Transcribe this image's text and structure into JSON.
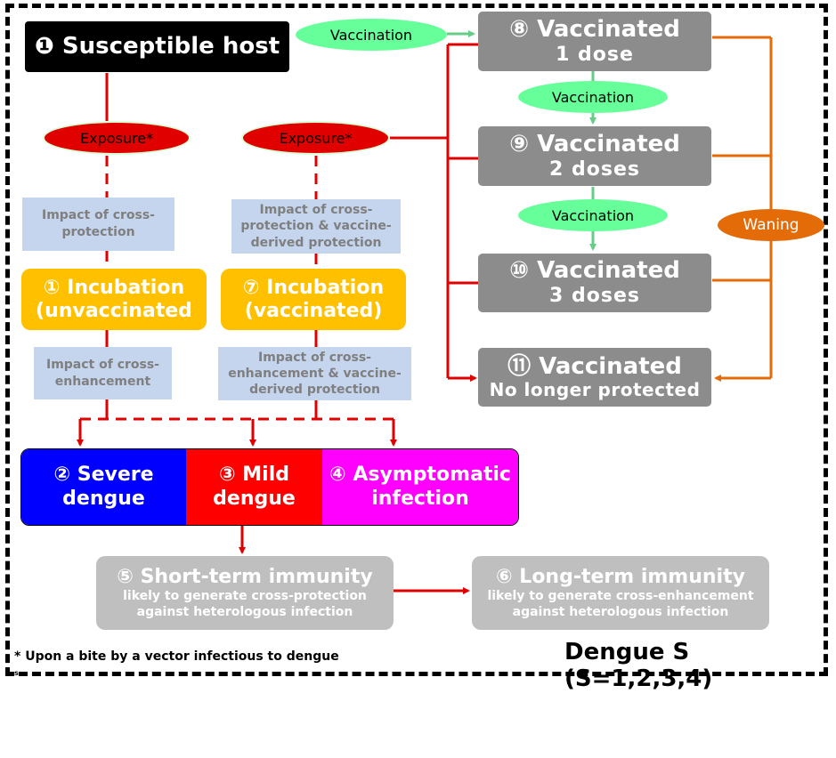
{
  "nodes": {
    "susceptible": "❶ Susceptible host",
    "vacc1_title": "⑧ Vaccinated",
    "vacc1_sub": "1 dose",
    "vacc2_title": "⑨ Vaccinated",
    "vacc2_sub": "2 doses",
    "vacc3_title": "⑩ Vaccinated",
    "vacc3_sub": "3 doses",
    "vacc4_title": "⑪ Vaccinated",
    "vacc4_sub": "No longer protected",
    "inc_unvacc_1": "① Incubation",
    "inc_unvacc_2": "(unvaccinated",
    "inc_vacc_1": "⑦ Incubation",
    "inc_vacc_2": "(vaccinated)",
    "severe_1": "② Severe",
    "severe_2": "dengue",
    "mild_1": "③ Mild",
    "mild_2": "dengue",
    "asym_1": "④ Asymptomatic",
    "asym_2": "infection",
    "short_title": "⑤ Short-term immunity",
    "short_sub_1": "likely to generate cross-protection",
    "short_sub_2": "against heterologous infection",
    "long_title": "⑥ Long-term immunity",
    "long_sub_1": "likely to generate cross-enhancement",
    "long_sub_2": "against heterologous infection"
  },
  "notes": {
    "cross_protection_1": "Impact of cross-",
    "cross_protection_2": "protection",
    "cross_vacc_protection_1": "Impact of cross-",
    "cross_vacc_protection_2": "protection & vaccine-",
    "cross_vacc_protection_3": "derived protection",
    "cross_enhancement_1": "Impact of cross-",
    "cross_enhancement_2": "enhancement",
    "cross_enh_vacc_1": "Impact of cross-",
    "cross_enh_vacc_2": "enhancement & vaccine-",
    "cross_enh_vacc_3": "derived protection"
  },
  "labels": {
    "vaccination": "Vaccination",
    "exposure": "Exposure*",
    "waning": "Waning"
  },
  "footnote": "* Upon a bite by a vector infectious to dengue",
  "footnote_s": "s",
  "strain_label": "Dengue S (S=1,2,3,4)",
  "colors": {
    "black_node": "#000000",
    "vaccinated_node": "#8c8c8c",
    "incubation_node": "#ffc000",
    "note_box": "#c5d5ee",
    "immunity_node": "#bfbfbf",
    "severe": "#0000ff",
    "mild": "#ff0000",
    "asymptomatic": "#ff00ff",
    "exposure_oval": "#e00000",
    "vaccination_oval": "#66ff99",
    "waning_oval": "#e36c09",
    "red_line": "#e00000",
    "green_line": "#66cc88",
    "orange_line": "#e36c09"
  }
}
